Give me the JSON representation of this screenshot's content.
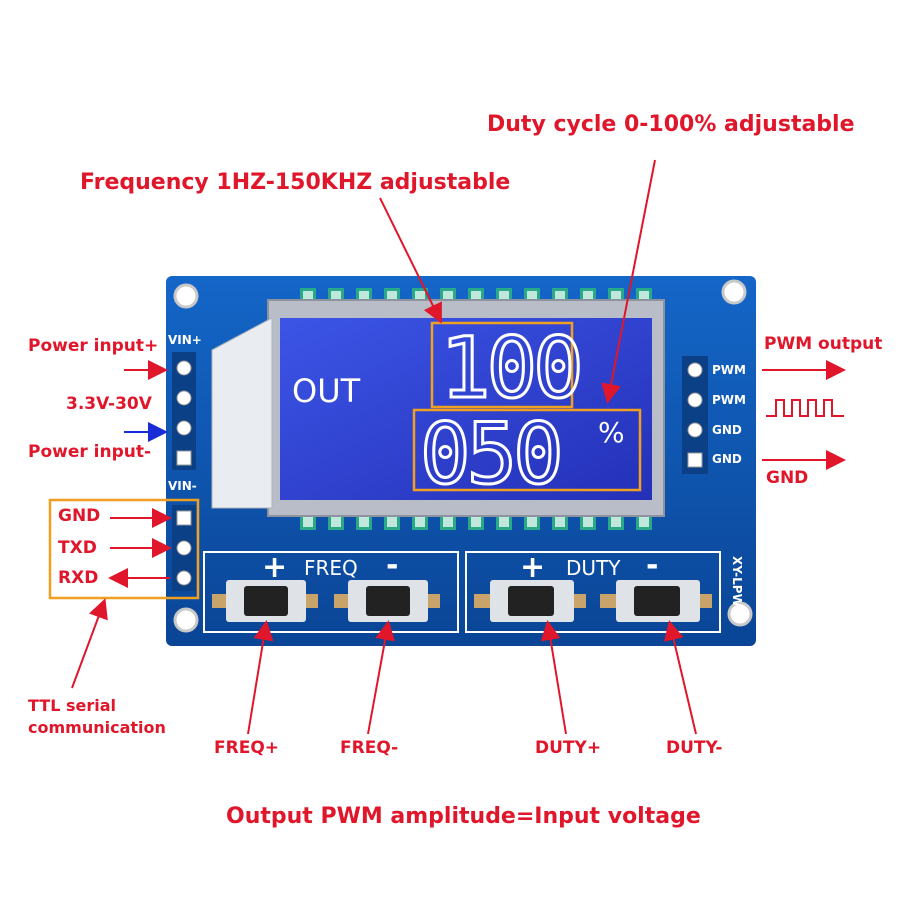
{
  "labels": {
    "duty_title": "Duty cycle 0-100%  adjustable",
    "freq_title": "Frequency 1HZ-150KHZ adjustable",
    "power_plus": "Power input+",
    "voltage_range": "3.3V-30V",
    "power_minus": "Power input-",
    "pwm_output": "PWM output",
    "gnd_right": "GND",
    "gnd_left": "GND",
    "txd": "TXD",
    "rxd": "RXD",
    "ttl_line1": "TTL serial",
    "ttl_line2": "communication",
    "freq_plus": "FREQ+",
    "freq_minus": "FREQ-",
    "duty_plus": "DUTY+",
    "duty_minus": "DUTY-",
    "footer": "Output PWM amplitude=Input voltage"
  },
  "board": {
    "vin_plus": "VIN+",
    "vin_minus": "VIN-",
    "pin_pwm_1": "PWM",
    "pin_pwm_2": "PWM",
    "pin_gnd_1": "GND",
    "pin_gnd_2": "GND",
    "model": "XY-LPWM",
    "freq_group": "FREQ",
    "duty_group": "DUTY",
    "plus_sign": "+",
    "minus_sign": "-"
  },
  "lcd": {
    "out_label": "OUT",
    "frequency_value": "100",
    "duty_value": "050",
    "percent_sign": "%"
  },
  "colors": {
    "annotation_red": "#e0162b",
    "pcb_blue": "#0b4fa8",
    "lcd_blue": "#2f3fd0",
    "highlight_orange": "#f0a020",
    "arrow_blue": "#1a2bd8"
  }
}
